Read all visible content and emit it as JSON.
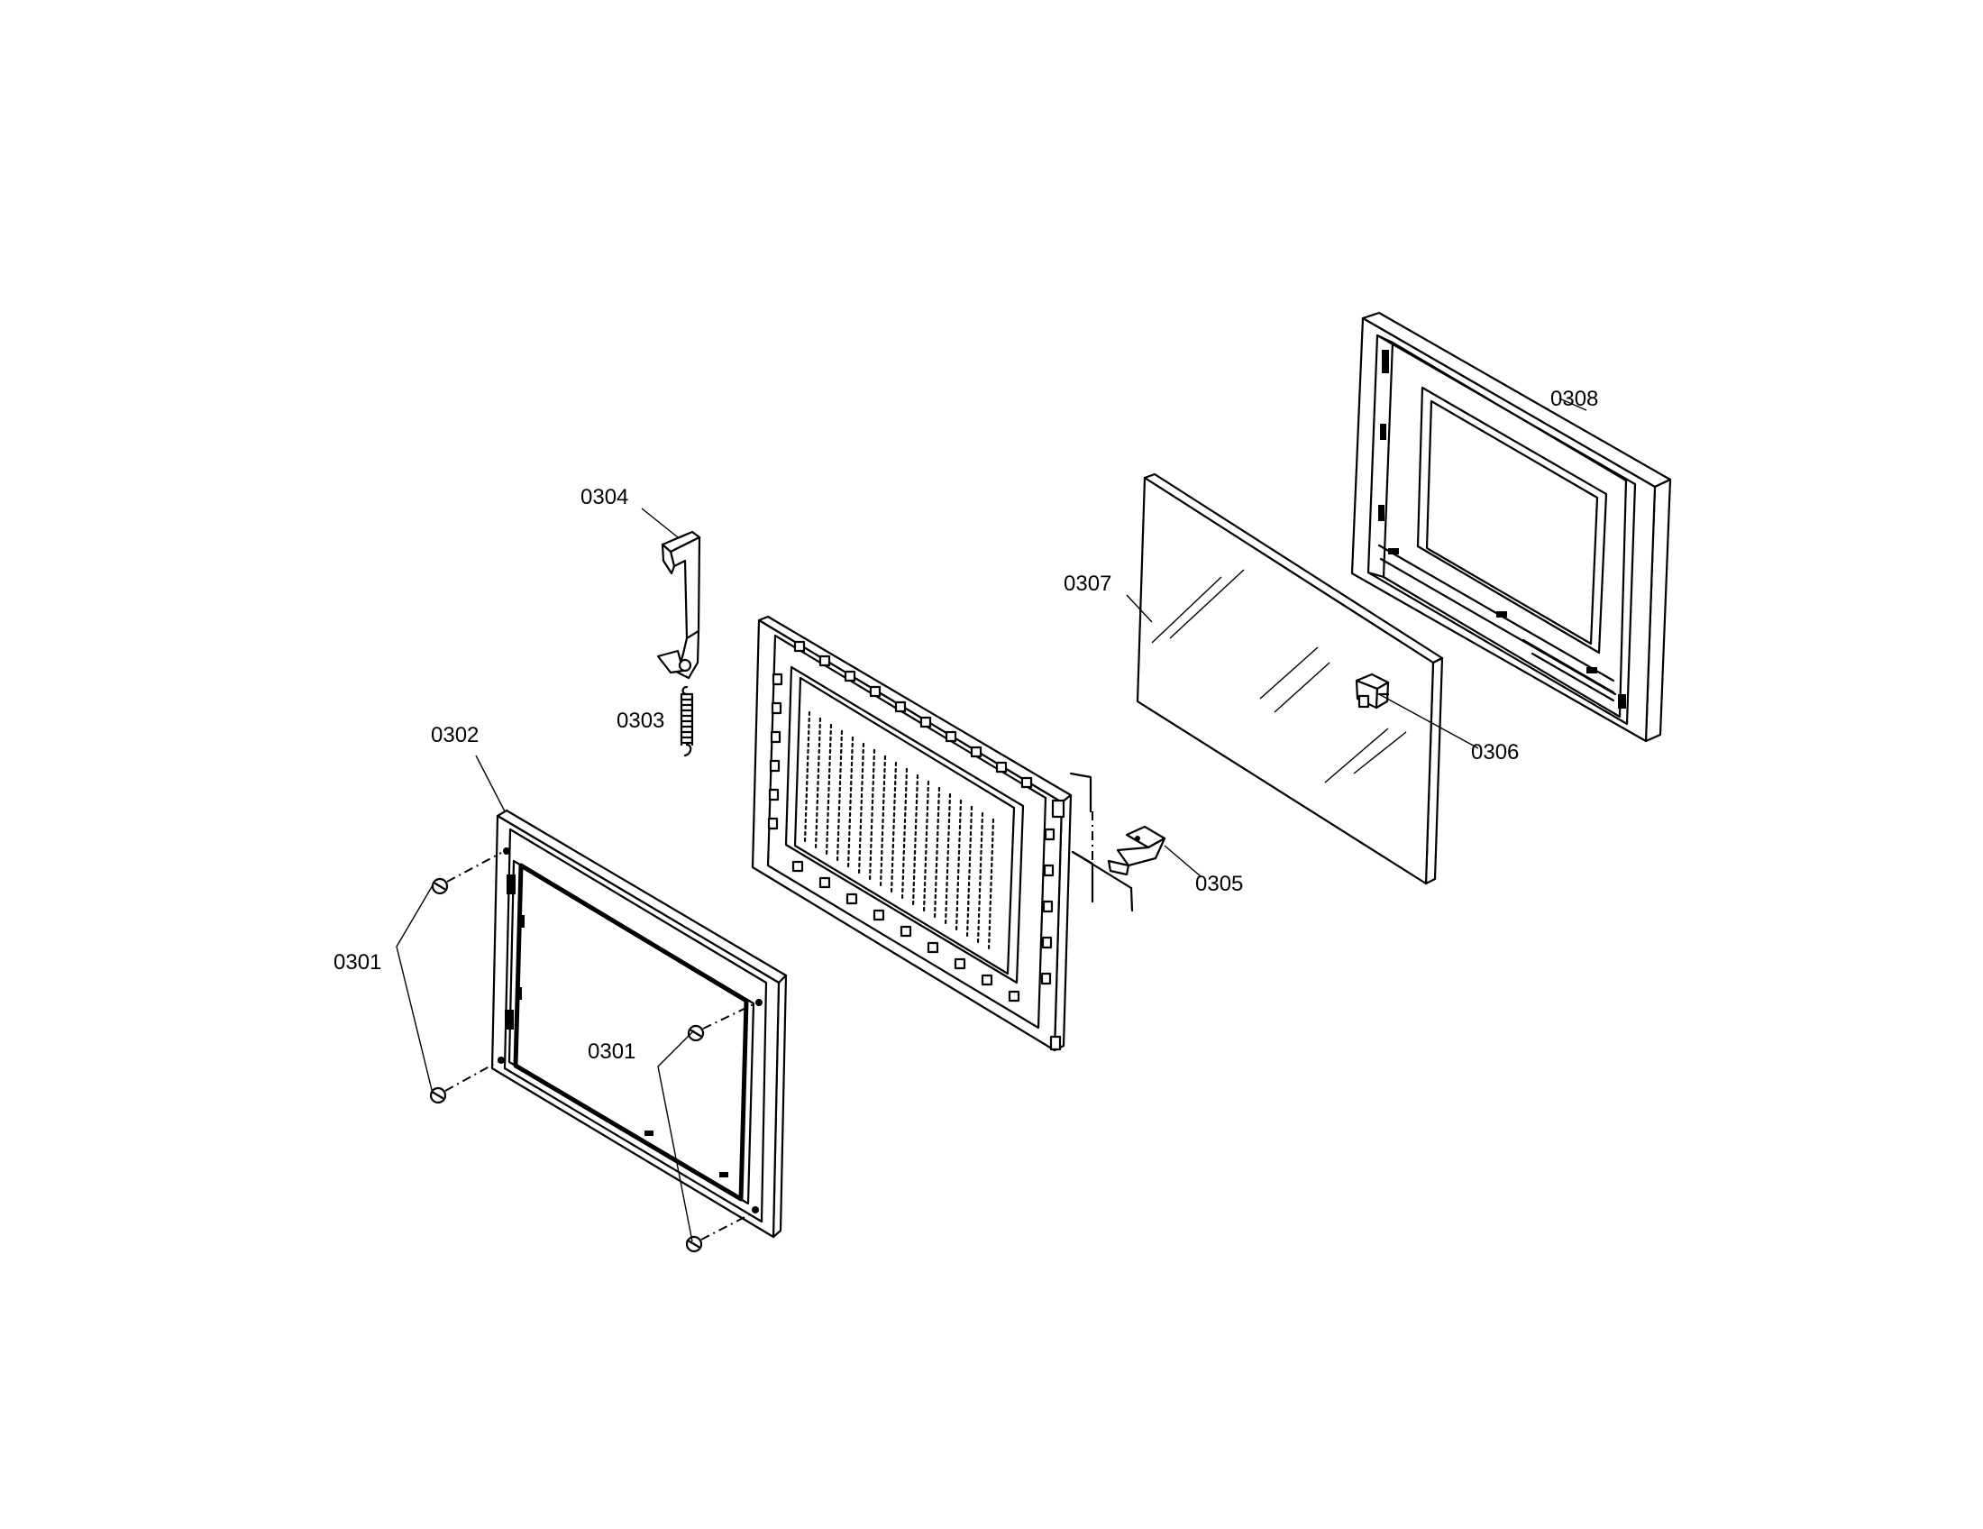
{
  "labels": {
    "p0301a": "0301",
    "p0301b": "0301",
    "p0302": "0302",
    "p0303": "0303",
    "p0304": "0304",
    "p0305": "0305",
    "p0306": "0306",
    "p0307": "0307",
    "p0308": "0308"
  }
}
